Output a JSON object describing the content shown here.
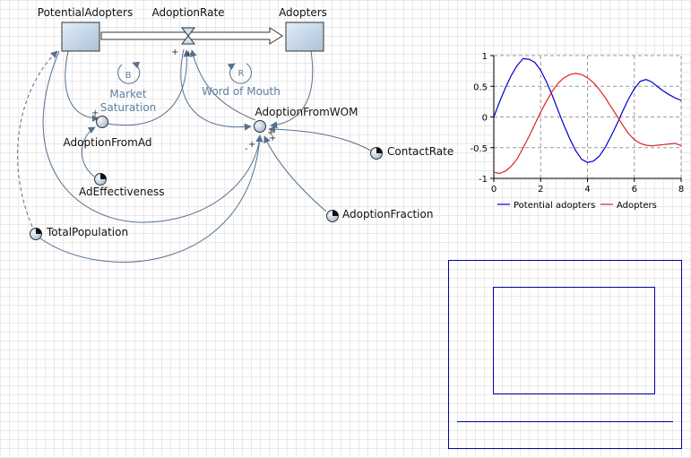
{
  "diagram": {
    "stocks": {
      "potential_adopters": "PotentialAdopters",
      "adopters": "Adopters"
    },
    "flow": {
      "adoption_rate": "AdoptionRate"
    },
    "auxiliaries": {
      "adoption_from_ad": "AdoptionFromAd",
      "adoption_from_wom": "AdoptionFromWOM"
    },
    "parameters": {
      "ad_effectiveness": "AdEffectiveness",
      "contact_rate": "ContactRate",
      "adoption_fraction": "AdoptionFraction",
      "total_population": "TotalPopulation"
    },
    "loops": {
      "balancing": {
        "letter": "B",
        "line1": "Market",
        "line2": "Saturation"
      },
      "reinforcing": {
        "letter": "R",
        "line1": "Word of Mouth"
      }
    },
    "polarities": {
      "plus": "+",
      "minus": "-"
    }
  },
  "colors": {
    "link": "#55718d",
    "stock_fill": "#b9cfe0",
    "potential_adopters_series": "#0000cc",
    "adopters_series": "#dd2222",
    "shape_stroke": "#0000aa"
  },
  "chart_data": {
    "type": "line",
    "xlim": [
      0,
      8
    ],
    "ylim": [
      -1,
      1
    ],
    "x_ticks": [
      "0",
      "2",
      "4",
      "6",
      "8"
    ],
    "y_ticks": [
      "1",
      "0.5",
      "0",
      "-0.5",
      "-1"
    ],
    "grid": true,
    "legend": "bottom",
    "series": [
      {
        "name": "Potential adopters",
        "color": "#0000cc",
        "x": [
          0,
          0.25,
          0.5,
          0.75,
          1,
          1.25,
          1.5,
          1.75,
          2,
          2.25,
          2.5,
          2.75,
          3,
          3.25,
          3.5,
          3.75,
          4,
          4.25,
          4.5,
          4.75,
          5,
          5.25,
          5.5,
          5.75,
          6,
          6.25,
          6.5,
          6.75,
          7,
          7.25,
          7.5,
          7.75,
          8
        ],
        "y": [
          0,
          0.25,
          0.48,
          0.68,
          0.84,
          0.95,
          0.94,
          0.89,
          0.76,
          0.57,
          0.35,
          0.1,
          -0.14,
          -0.36,
          -0.55,
          -0.69,
          -0.74,
          -0.72,
          -0.64,
          -0.5,
          -0.32,
          -0.12,
          0.09,
          0.29,
          0.46,
          0.58,
          0.61,
          0.57,
          0.49,
          0.42,
          0.36,
          0.31,
          0.27
        ]
      },
      {
        "name": "Adopters",
        "color": "#dd2222",
        "x": [
          0,
          0.25,
          0.5,
          0.75,
          1,
          1.25,
          1.5,
          1.75,
          2,
          2.25,
          2.5,
          2.75,
          3,
          3.25,
          3.5,
          3.75,
          4,
          4.25,
          4.5,
          4.75,
          5,
          5.25,
          5.5,
          5.75,
          6,
          6.25,
          6.5,
          6.75,
          7,
          7.25,
          7.5,
          7.75,
          8
        ],
        "y": [
          -0.9,
          -0.92,
          -0.88,
          -0.8,
          -0.68,
          -0.5,
          -0.32,
          -0.12,
          0.08,
          0.26,
          0.42,
          0.55,
          0.64,
          0.69,
          0.71,
          0.69,
          0.64,
          0.56,
          0.45,
          0.32,
          0.17,
          0.02,
          -0.13,
          -0.27,
          -0.37,
          -0.43,
          -0.46,
          -0.47,
          -0.46,
          -0.45,
          -0.44,
          -0.43,
          -0.47
        ]
      }
    ]
  }
}
